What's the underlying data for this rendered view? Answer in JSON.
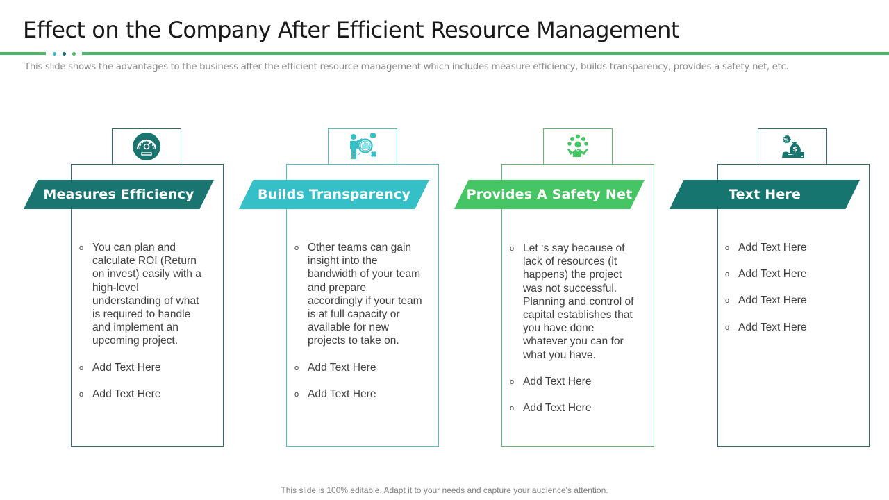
{
  "slide": {
    "title": "Effect on the Company After Efficient Resource Management",
    "subtitle": "This slide shows the advantages to the business after the efficient resource management which includes measure efficiency, builds transparency, provides a safety net, etc.",
    "footer": "This slide is 100% editable. Adapt it to your needs and capture your audience's attention.",
    "accent_colors": {
      "rule_green": "#4cb96a",
      "dot1": "#3bb8c4",
      "dot2": "#1b6e6a",
      "dot3": "#4cb96a"
    }
  },
  "cards": [
    {
      "heading": "Measures Efficiency",
      "icon": "speedometer-icon",
      "color": "#1a7470",
      "border": "#2b6f6c",
      "bullets": [
        "You can plan and calculate ROI (Return on invest) easily with a high-level understanding of what is required to handle and implement an upcoming project.",
        "Add Text Here",
        "Add Text Here"
      ]
    },
    {
      "heading": "Builds Transparency",
      "icon": "presenter-analytics-icon",
      "color": "#35bfc6",
      "border": "#4dbfc4",
      "bullets": [
        "Other teams can gain insight into the bandwidth of your team and prepare accordingly if your team is at full capacity or available for new projects to take on.",
        "Add Text Here",
        "Add Text Here"
      ]
    },
    {
      "heading": "Provides A Safety Net",
      "icon": "juggling-person-icon",
      "color": "#45c563",
      "border": "#5fb872",
      "bullets": [
        "Let ‘s say because of lack of resources (it happens) the project was not successful. Planning and control of capital establishes that you have done whatever you can for what you have.",
        "Add Text Here",
        "Add Text Here"
      ]
    },
    {
      "heading": "Text Here",
      "icon": "hand-money-bag-icon",
      "color": "#177570",
      "border": "#2b6f6c",
      "bullets": [
        "Add Text Here",
        "Add Text Here",
        "Add Text Here",
        "Add Text Here"
      ]
    }
  ],
  "bullet_glyph": "o"
}
